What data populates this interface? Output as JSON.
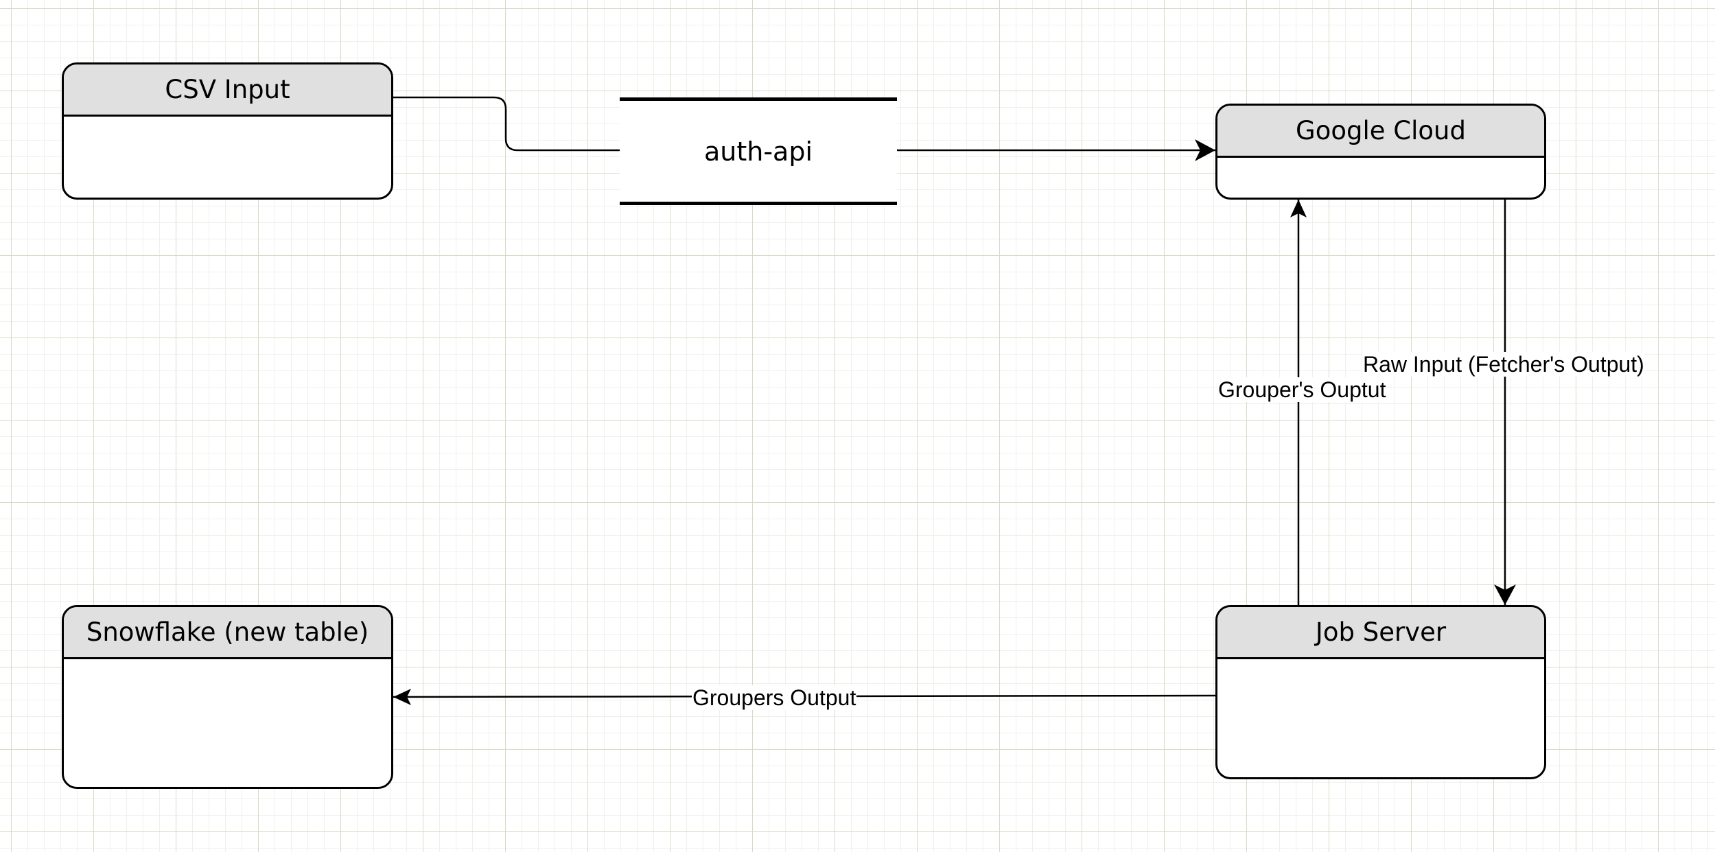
{
  "nodes": {
    "csv_input": {
      "title": "CSV Input"
    },
    "auth_api": {
      "label": "auth-api"
    },
    "google_cloud": {
      "title": "Google Cloud"
    },
    "job_server": {
      "title": "Job Server"
    },
    "snowflake": {
      "title": "Snowflake (new table)"
    }
  },
  "edges": {
    "csv_to_auth": {
      "label": ""
    },
    "auth_to_google": {
      "label": ""
    },
    "google_to_job": {
      "label": "Raw Input (Fetcher's Output)"
    },
    "job_to_google": {
      "label": "Grouper's Ouptut"
    },
    "job_to_snowflake": {
      "label": "Groupers Output"
    }
  },
  "colors": {
    "header_fill": "#e0e0e0",
    "stroke": "#000000",
    "grid_major": "#d9d9c9",
    "grid_minor": "#f0f0ea"
  }
}
